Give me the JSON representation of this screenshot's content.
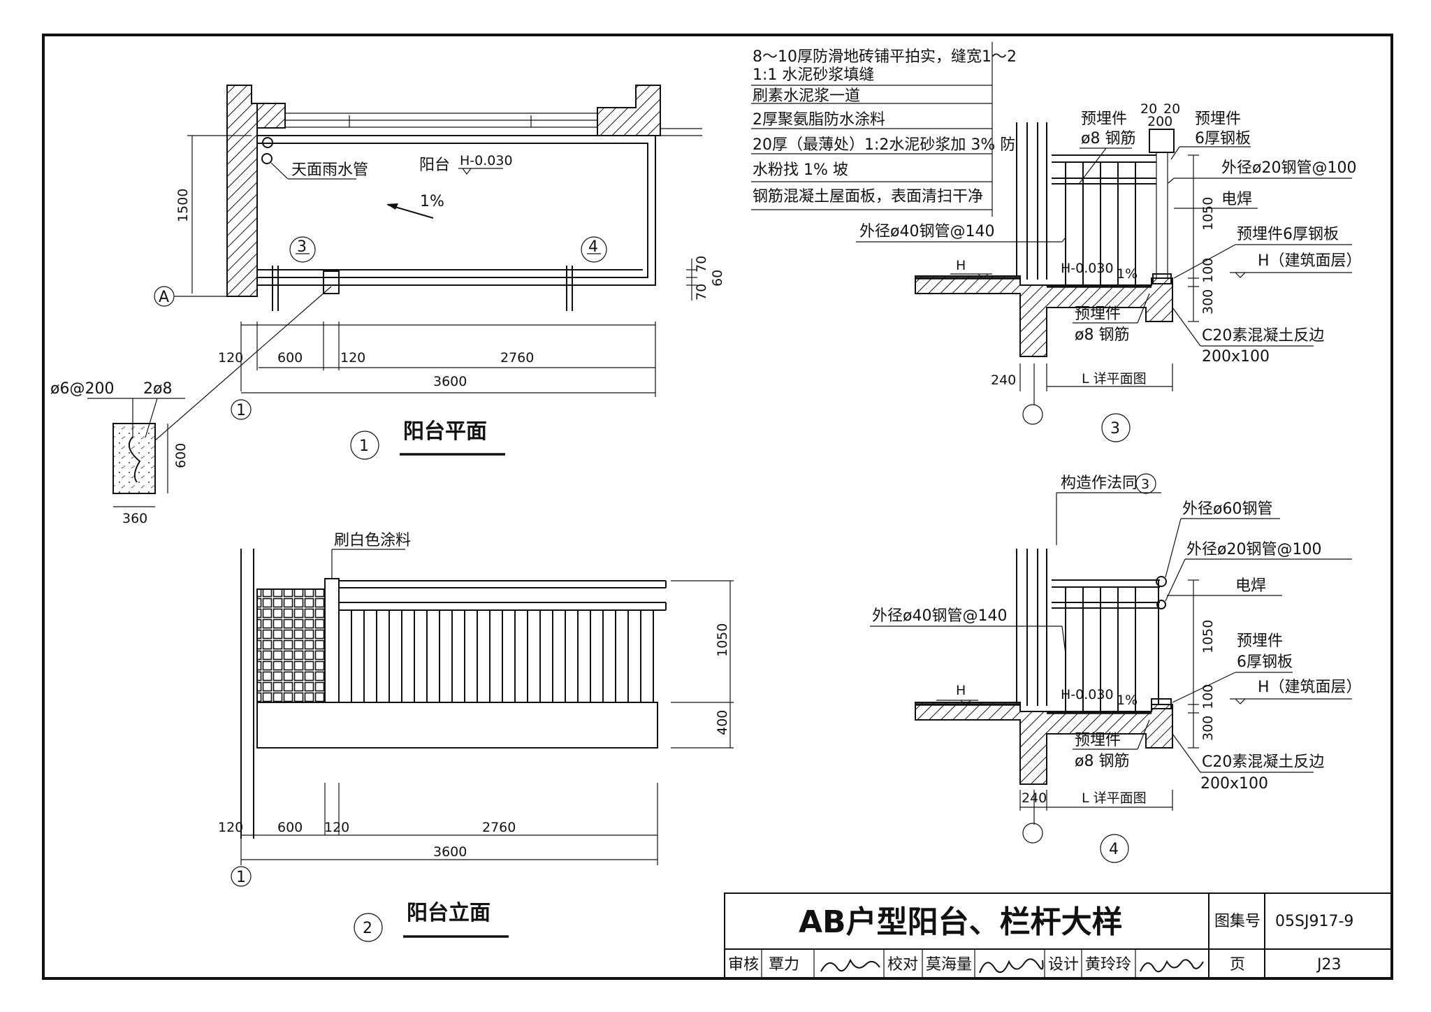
{
  "title_block": {
    "title": "AB户型阳台、栏杆大样",
    "atlas_label": "图集号",
    "atlas_no": "05SJ917-9",
    "page_label": "页",
    "page_no": "J23",
    "review_label": "审核",
    "review_name": "覃力",
    "check_label": "校对",
    "check_name": "莫海量",
    "design_label": "设计",
    "design_name": "黄玲玲"
  },
  "view1": {
    "index": "1",
    "caption": "阳台平面",
    "room_label": "阳台",
    "level": "H-0.030",
    "slope": "1%",
    "drain_label": "天面雨水管",
    "axis_a": "A",
    "axis_1": "1",
    "section3": "3",
    "section4": "4",
    "dim_1500": "1500",
    "dim_70a": "70",
    "dim_60": "60",
    "dim_70b": "70",
    "dims": [
      "120",
      "600",
      "120",
      "2760"
    ],
    "dim_total": "3600",
    "column": {
      "rebar1": "ø6@200",
      "rebar2": "2ø8",
      "w": "360",
      "h": "600"
    }
  },
  "view2": {
    "index": "2",
    "caption": "阳台立面",
    "paint_label": "刷白色涂料",
    "dim_1050": "1050",
    "dim_400": "400",
    "dims": [
      "120",
      "600",
      "120",
      "2760"
    ],
    "dim_total": "3600",
    "axis_1": "1"
  },
  "view3": {
    "index": "3",
    "layers": [
      "8～10厚防滑地砖铺平拍实，缝宽1～2",
      "1:1 水泥砂浆填缝",
      "刷素水泥浆一道",
      "2厚聚氨脂防水涂料",
      "20厚（最薄处）1:2水泥砂浆加 3% 防",
      "水粉找 1% 坡",
      "钢筋混凝土屋面板，表面清扫干净"
    ],
    "embed1a": "预埋件",
    "embed1b": "ø8 钢筋",
    "dim_20a": "20",
    "dim_20b": "20",
    "dim_200": "200",
    "embed2a": "预埋件",
    "embed2b": "6厚钢板",
    "pipe20": "外径ø20钢管@100",
    "weld": "电焊",
    "pipe40": "外径ø40钢管@140",
    "plate": "预埋件6厚钢板",
    "h_level": "H",
    "h_build": "H（建筑面层）",
    "level": "H-0.030",
    "slope": "1%",
    "dim_1050": "1050",
    "dim_100": "100",
    "dim_300": "300",
    "embed3a": "预埋件",
    "embed3b": "ø8 钢筋",
    "curb": "C20素混凝土反边",
    "curb_size": "200x100",
    "dim_240": "240",
    "l_note": "L 详平面图"
  },
  "view4": {
    "index": "4",
    "same_as": "构造作法同",
    "same_ref": "3",
    "pipe60": "外径ø60钢管",
    "pipe20": "外径ø20钢管@100",
    "weld": "电焊",
    "pipe40": "外径ø40钢管@140",
    "embed_a": "预埋件",
    "embed_b": "6厚钢板",
    "h_level": "H",
    "h_build": "H（建筑面层）",
    "level": "H-0.030",
    "slope": "1%",
    "dim_1050": "1050",
    "dim_100": "100",
    "dim_300": "300",
    "embed3a": "预埋件",
    "embed3b": "ø8 钢筋",
    "curb": "C20素混凝土反边",
    "curb_size": "200x100",
    "dim_240": "240",
    "l_note": "L 详平面图"
  }
}
